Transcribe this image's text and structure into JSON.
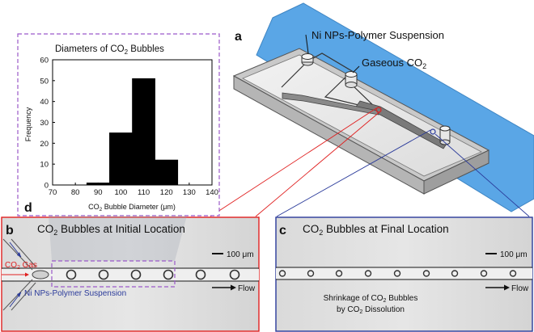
{
  "panel_a": {
    "letter": "a",
    "label_suspension": "Ni NPs-Polymer Suspension",
    "label_gas": "Gaseous CO",
    "label_gas_sub": "2"
  },
  "panel_b": {
    "letter": "b",
    "title_pre": "CO",
    "title_sub": "2",
    "title_post": " Bubbles at Initial Location",
    "scale": "100 μm",
    "flow": "Flow",
    "gas_pre": "CO",
    "gas_sub": "2",
    "gas_post": " Gas",
    "suspension": "Ni NPs-Polymer Suspension"
  },
  "panel_c": {
    "letter": "c",
    "title_pre": "CO",
    "title_sub": "2",
    "title_post": " Bubbles at Final Location",
    "scale": "100 μm",
    "flow": "Flow",
    "note1_pre": "Shrinkage of CO",
    "note1_sub": "2",
    "note1_post": " Bubbles",
    "note2_pre": "by CO",
    "note2_sub": "2",
    "note2_post": " Dissolution"
  },
  "panel_d": {
    "letter": "d"
  },
  "chart_data": {
    "type": "bar",
    "title_pre": "Diameters of CO",
    "title_sub": "2",
    "title_post": " Bubbles",
    "xlabel_pre": "CO",
    "xlabel_sub": "2",
    "xlabel_post": " Bubble Diameter (μm)",
    "ylabel": "Frequency",
    "categories": [
      90,
      100,
      110,
      120
    ],
    "values": [
      1,
      25,
      51,
      12
    ],
    "xlim": [
      70,
      140
    ],
    "ylim": [
      0,
      60
    ],
    "xticks": [
      "70",
      "80",
      "90",
      "100",
      "110",
      "120",
      "130",
      "140"
    ],
    "yticks": [
      "0",
      "10",
      "20",
      "30",
      "40",
      "50",
      "60"
    ],
    "bar_color": "#000000"
  },
  "colors": {
    "red": "#e02020",
    "blue": "#2a3a9a",
    "purple_dash": "#9b59c9",
    "glass": "#5fa8e8"
  }
}
